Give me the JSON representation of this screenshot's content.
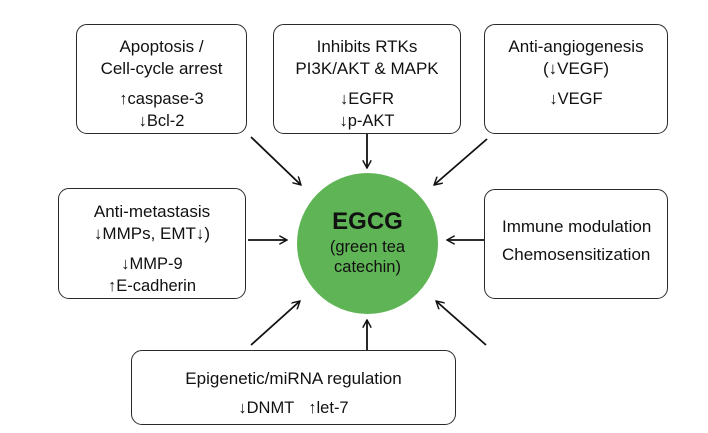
{
  "center": {
    "title": "EGCG",
    "subtitle_line1": "(green tea",
    "subtitle_line2": "catechin)",
    "color": "#5fb555"
  },
  "boxes": {
    "apoptosis": {
      "title_line1": "Apoptosis /",
      "title_line2": "Cell-cycle arrest",
      "items": [
        "↑caspase-3",
        "↓Bcl-2"
      ]
    },
    "rtk": {
      "title_line1": "Inhibits RTKs",
      "title_line2": "PI3K/AKT & MAPK",
      "items": [
        "↓EGFR",
        "↓p-AKT"
      ]
    },
    "angiogenesis": {
      "title_line1": "Anti-angiogenesis",
      "title_line2": "(↓VEGF)",
      "items": [
        "↓VEGF"
      ]
    },
    "metastasis": {
      "title_line1": "Anti-metastasis",
      "title_line2": "↓MMPs, EMT↓)",
      "items": [
        "↓MMP-9",
        "↑E-cadherin"
      ]
    },
    "immune": {
      "title_line1": "Immune modulation",
      "title_line2": "Chemosensitization"
    },
    "epigenetic": {
      "title": "Epigenetic/miRNA regulation",
      "items": [
        "↓DNMT",
        "↑let-7"
      ]
    }
  }
}
